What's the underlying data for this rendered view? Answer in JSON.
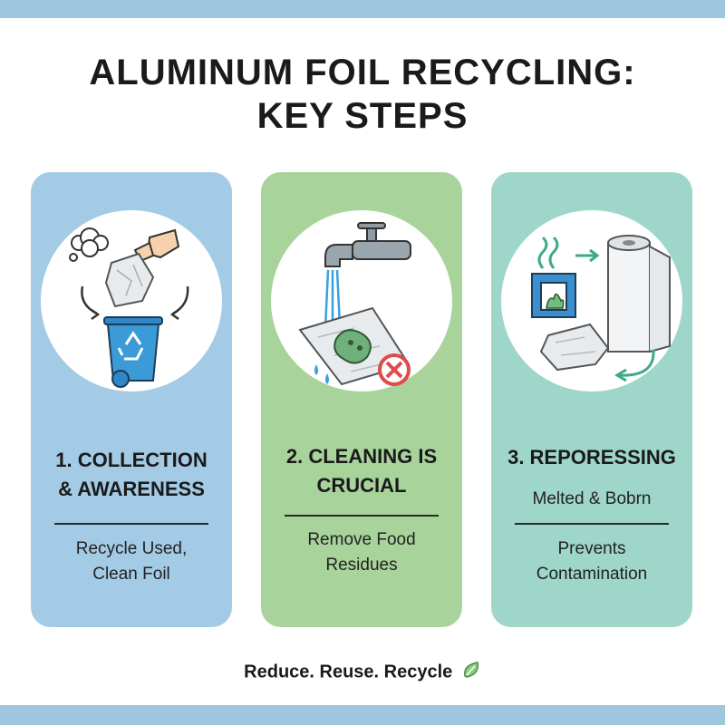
{
  "title": {
    "line1": "ALUMINUM FOIL RECYCLING:",
    "line2": "KEY STEPS"
  },
  "colors": {
    "band": "#9ec6df",
    "card1": "#a4cbe6",
    "card2": "#a8d39b",
    "card3": "#9ed6ca"
  },
  "cards": [
    {
      "heading_line1": "1. COLLECTION",
      "heading_line2": "& AWARENESS",
      "body_line1": "Recycle Used,",
      "body_line2": "Clean Foil",
      "icon": "hand-dropping-foil-into-recycle-bin"
    },
    {
      "heading_line1": "2. CLEANING IS",
      "heading_line2": "CRUCIAL",
      "body_line1": "Remove Food",
      "body_line2": "Residues",
      "icon": "faucet-washing-foil"
    },
    {
      "heading_line1": "3. REPORESSING",
      "subheading": "Melted & Bobrn",
      "body_line1": "Prevents",
      "body_line2": "Contamination",
      "icon": "furnace-and-foil-roll"
    }
  ],
  "footer": {
    "text": "Reduce. Reuse. Recycle"
  }
}
